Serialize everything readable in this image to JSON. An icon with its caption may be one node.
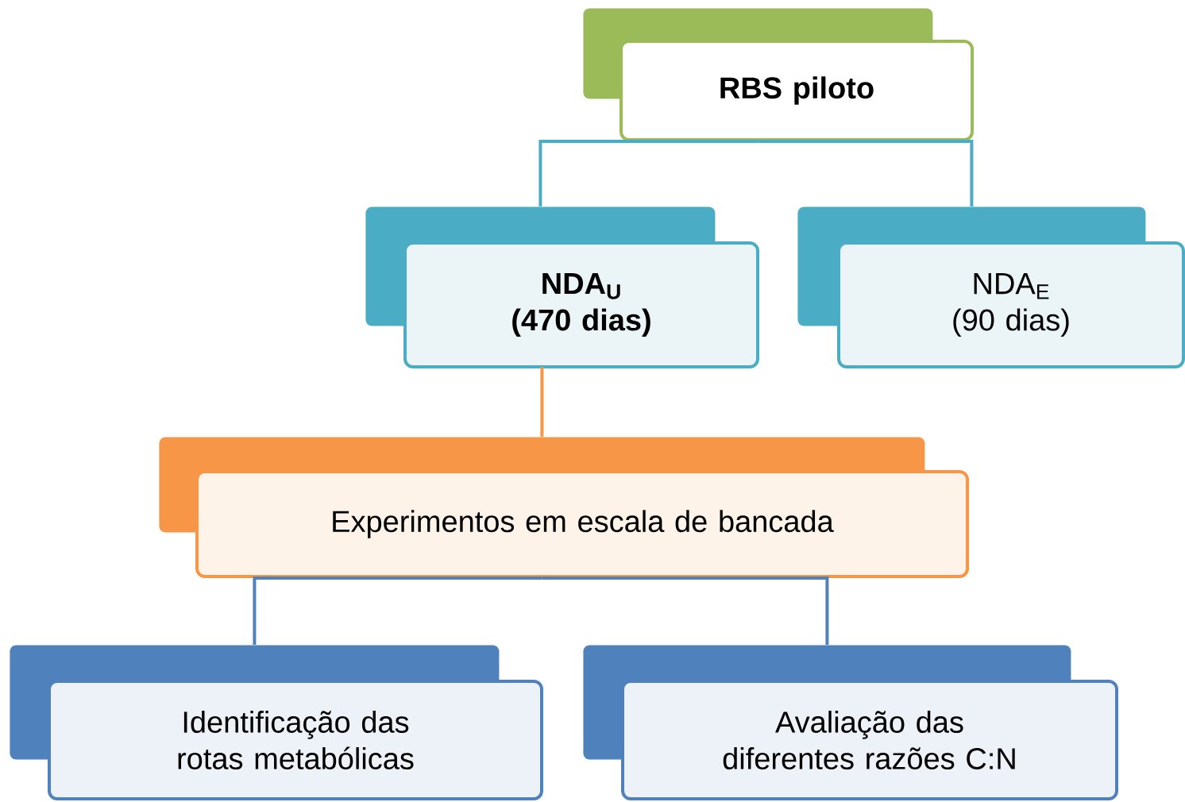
{
  "diagram": {
    "nodes": [
      {
        "text": [
          "RBS piloto"
        ]
      },
      {
        "text": [
          "NDA$_{U}$",
          "(470 dias)"
        ]
      },
      {
        "text": [
          "NDA$_{E}$",
          "(90 dias)"
        ]
      },
      {
        "text": [
          "Experimentos em escala de bancada"
        ]
      },
      {
        "text": [
          "Identificação das rotas metabólicas"
        ]
      },
      {
        "text": [
          "Avaliação das diferentes razões C:N"
        ]
      }
    ],
    "edges": [
      {
        "from": 0,
        "to": 1,
        "arrow": "none",
        "color": "#4bacc6"
      },
      {
        "from": 0,
        "to": 2,
        "arrow": "none",
        "color": "#4bacc6"
      },
      {
        "from": 1,
        "to": 3,
        "arrow": "none",
        "color": "#f79646"
      },
      {
        "from": 3,
        "to": 4,
        "arrow": "none",
        "color": "#4f81bd"
      },
      {
        "from": 3,
        "to": 5,
        "arrow": "none",
        "color": "#4f81bd"
      }
    ]
  }
}
